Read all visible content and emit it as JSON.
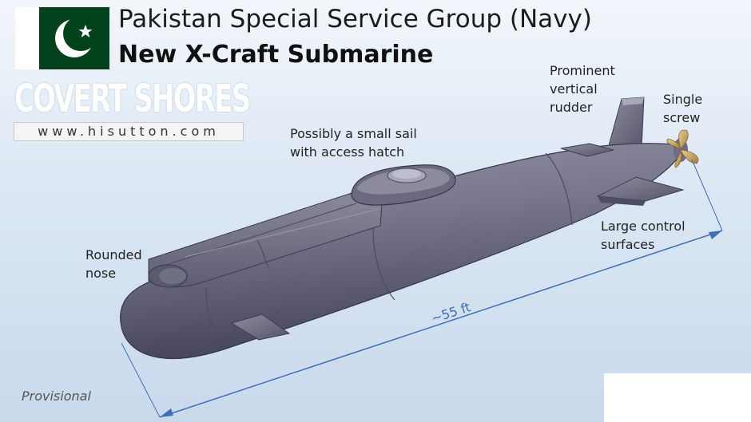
{
  "header": {
    "title_line1": "Pakistan Special Service Group (Navy)",
    "title_line2": "New X-Craft Submarine"
  },
  "branding": {
    "logo_text": "COVERT SHORES",
    "url": "www.hisutton.com"
  },
  "annotations": {
    "sail": [
      "Possibly a small sail",
      "with access hatch"
    ],
    "rudder": [
      "Prominent",
      "vertical",
      "rudder"
    ],
    "screw": [
      "Single",
      "screw"
    ],
    "nose": [
      "Rounded",
      "nose"
    ],
    "control": [
      "Large control",
      "surfaces"
    ],
    "length": "~55 ft"
  },
  "footer": {
    "provisional": "Provisional"
  },
  "colors": {
    "flag_green": "#01411c",
    "hull": "#74738a",
    "dimension_line": "#3f6fb4",
    "propeller": "#c9a260"
  }
}
